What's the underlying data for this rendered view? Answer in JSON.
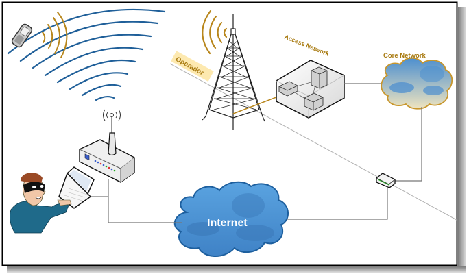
{
  "diagram": {
    "title": "",
    "labels": {
      "operator": "Operador",
      "access_network": "Access Network",
      "core_network": "Core Network",
      "internet": "Internet"
    },
    "nodes": [
      {
        "id": "mobile-phone",
        "icon": "mobile-phone-icon"
      },
      {
        "id": "cell-tower",
        "icon": "cell-tower-icon"
      },
      {
        "id": "access-network",
        "icon": "access-network-box-icon"
      },
      {
        "id": "core-network",
        "icon": "cloud-icon"
      },
      {
        "id": "wifi-router",
        "icon": "wireless-router-icon"
      },
      {
        "id": "attacker",
        "icon": "masked-hacker-icon"
      },
      {
        "id": "laptop",
        "icon": "laptop-icon"
      },
      {
        "id": "internet",
        "icon": "cloud-icon"
      },
      {
        "id": "gateway-router",
        "icon": "router-icon"
      }
    ],
    "connections": [
      {
        "from": "cell-tower",
        "to": "access-network",
        "style": "gold"
      },
      {
        "from": "access-network",
        "to": "core-network",
        "style": "grey"
      },
      {
        "from": "core-network",
        "to": "gateway-router",
        "style": "grey"
      },
      {
        "from": "gateway-router",
        "to": "internet",
        "style": "grey"
      },
      {
        "from": "wifi-router",
        "to": "internet",
        "style": "grey"
      },
      {
        "from": "laptop",
        "to": "wifi-router",
        "style": "grey"
      }
    ],
    "colors": {
      "gold": "#b8861b",
      "wave_blue": "#1f5f99",
      "internet_cloud": "#4a90d0",
      "core_cloud_outline": "#c8962c",
      "operator_band": "#fde9b0",
      "frame": "#000000"
    }
  }
}
